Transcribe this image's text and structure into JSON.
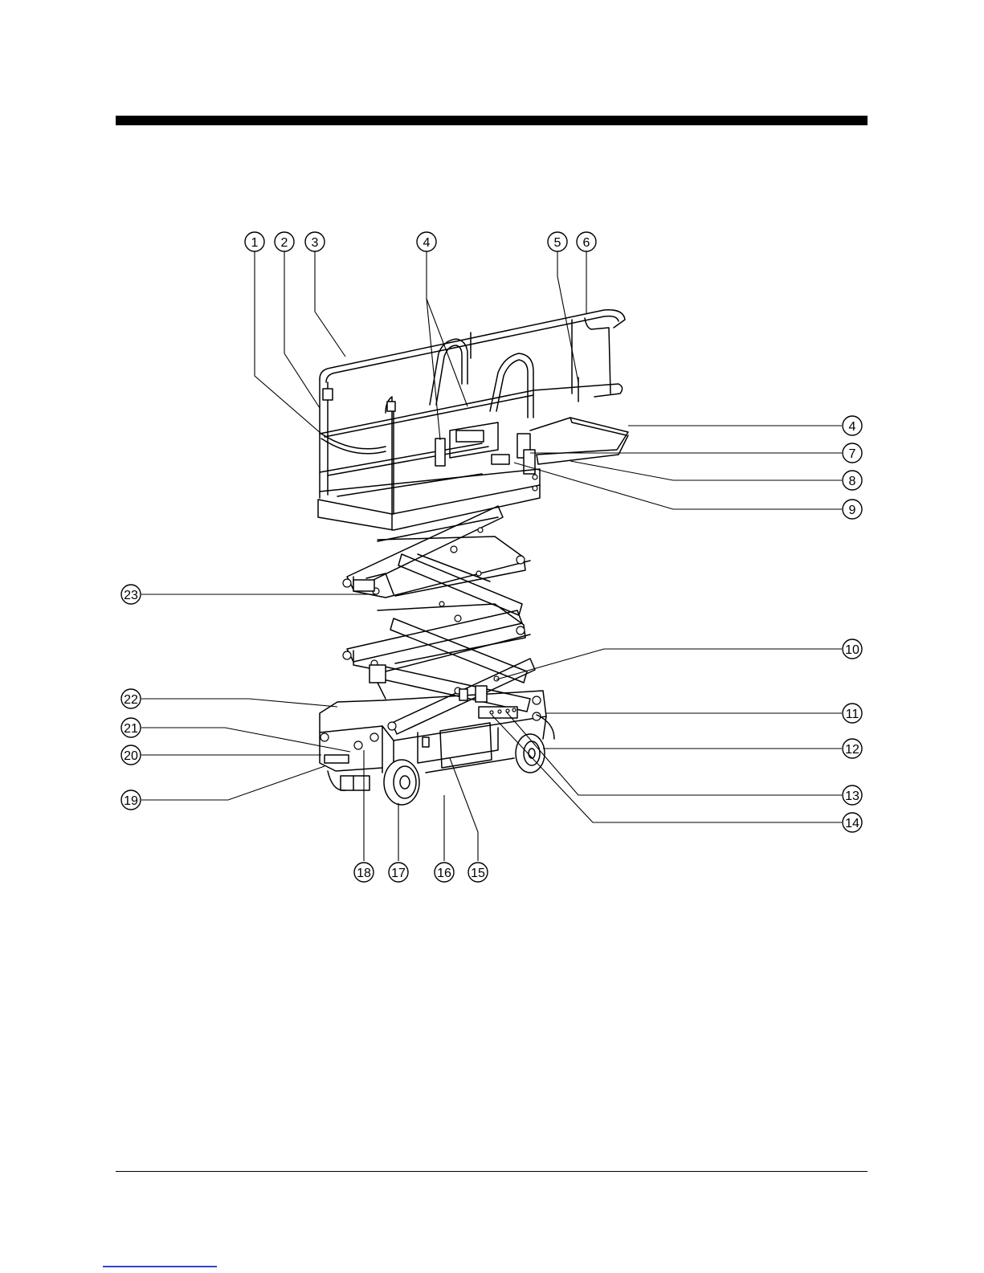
{
  "figure": {
    "callouts": [
      {
        "id": "c1",
        "label": "1"
      },
      {
        "id": "c2",
        "label": "2"
      },
      {
        "id": "c3",
        "label": "3"
      },
      {
        "id": "c4a",
        "label": "4"
      },
      {
        "id": "c5",
        "label": "5"
      },
      {
        "id": "c6",
        "label": "6"
      },
      {
        "id": "c4b",
        "label": "4"
      },
      {
        "id": "c7",
        "label": "7"
      },
      {
        "id": "c8",
        "label": "8"
      },
      {
        "id": "c9",
        "label": "9"
      },
      {
        "id": "c10",
        "label": "10"
      },
      {
        "id": "c11",
        "label": "11"
      },
      {
        "id": "c12",
        "label": "12"
      },
      {
        "id": "c13",
        "label": "13"
      },
      {
        "id": "c14",
        "label": "14"
      },
      {
        "id": "c15",
        "label": "15"
      },
      {
        "id": "c16",
        "label": "16"
      },
      {
        "id": "c17",
        "label": "17"
      },
      {
        "id": "c18",
        "label": "18"
      },
      {
        "id": "c19",
        "label": "19"
      },
      {
        "id": "c20",
        "label": "20"
      },
      {
        "id": "c21",
        "label": "21"
      },
      {
        "id": "c22",
        "label": "22"
      },
      {
        "id": "c23",
        "label": "23"
      }
    ]
  },
  "colors": {
    "ink": "#000000",
    "paper": "#ffffff",
    "link": "#3344cc"
  }
}
